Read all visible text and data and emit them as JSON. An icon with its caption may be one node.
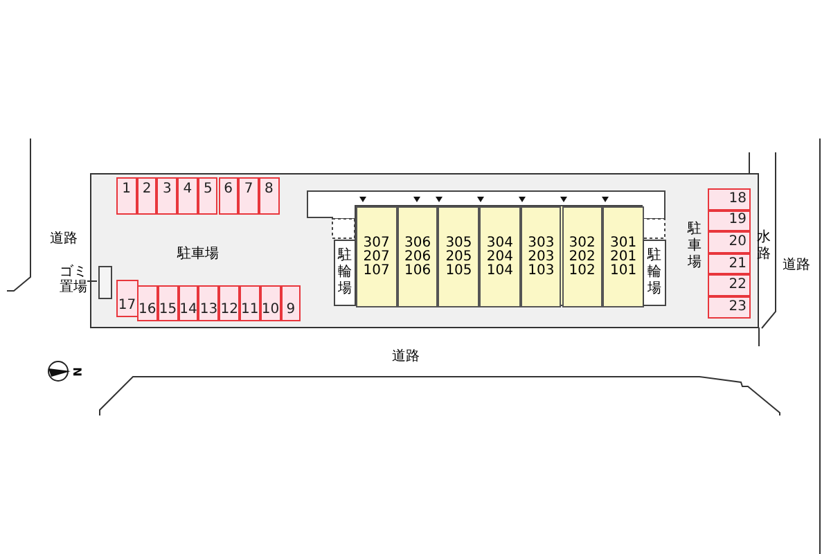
{
  "diagram": {
    "nodes": [
      {
        "text": [],
        "shape": "box"
      },
      {
        "text": [
          "1"
        ],
        "in": 0
      },
      {
        "text": [
          "2"
        ],
        "in": 0
      },
      {
        "text": [
          "3"
        ],
        "in": 0
      },
      {
        "text": [
          "4"
        ],
        "in": 0
      },
      {
        "text": [
          "5"
        ],
        "in": 0
      },
      {
        "text": [
          "6"
        ],
        "in": 0
      },
      {
        "text": [
          "7"
        ],
        "in": 0
      },
      {
        "text": [
          "8"
        ],
        "in": 0
      },
      {
        "text": [
          "17"
        ],
        "in": 0
      },
      {
        "text": [
          "16"
        ],
        "in": 0
      },
      {
        "text": [
          "15"
        ],
        "in": 0
      },
      {
        "text": [
          "14"
        ],
        "in": 0
      },
      {
        "text": [
          "13"
        ],
        "in": 0
      },
      {
        "text": [
          "12"
        ],
        "in": 0
      },
      {
        "text": [
          "11"
        ],
        "in": 0
      },
      {
        "text": [
          "10"
        ],
        "in": 0
      },
      {
        "text": [
          "9"
        ],
        "in": 0
      },
      {
        "text": [],
        "shape": "box",
        "in": 0
      },
      {
        "text": [
          "307 207 107"
        ],
        "in": 18
      },
      {
        "text": [
          "306 206 106"
        ],
        "in": 18
      },
      {
        "text": [
          "305 205 105"
        ],
        "in": 18
      },
      {
        "text": [
          "304 204 104"
        ],
        "in": 18
      },
      {
        "text": [
          "303 203 103"
        ],
        "in": 18
      },
      {
        "text": [
          "302 202 102"
        ],
        "in": 18
      },
      {
        "text": [
          "301 201 101"
        ],
        "in": 18
      },
      {
        "text": [
          "駐輪場"
        ],
        "in": 0
      },
      {
        "text": [
          "駐輪場"
        ],
        "in": 0
      },
      {
        "text": [
          "18"
        ],
        "in": 0
      },
      {
        "text": [
          "19"
        ],
        "in": 0
      },
      {
        "text": [
          "20"
        ],
        "in": 0
      },
      {
        "text": [
          "21"
        ],
        "in": 0
      },
      {
        "text": [
          "22"
        ],
        "in": 0
      },
      {
        "text": [
          "23"
        ],
        "in": 0
      },
      {
        "text": [],
        "shape": "box",
        "in": 0
      },
      {
        "text": [
          "ゴミ置場"
        ]
      }
    ],
    "edges": [
      {
        "from": 35,
        "to": 34,
        "arrow": "none"
      }
    ],
    "labels": [
      "道路",
      "駐車場",
      "駐車場",
      "水路",
      "道路",
      "道路",
      "N"
    ]
  }
}
